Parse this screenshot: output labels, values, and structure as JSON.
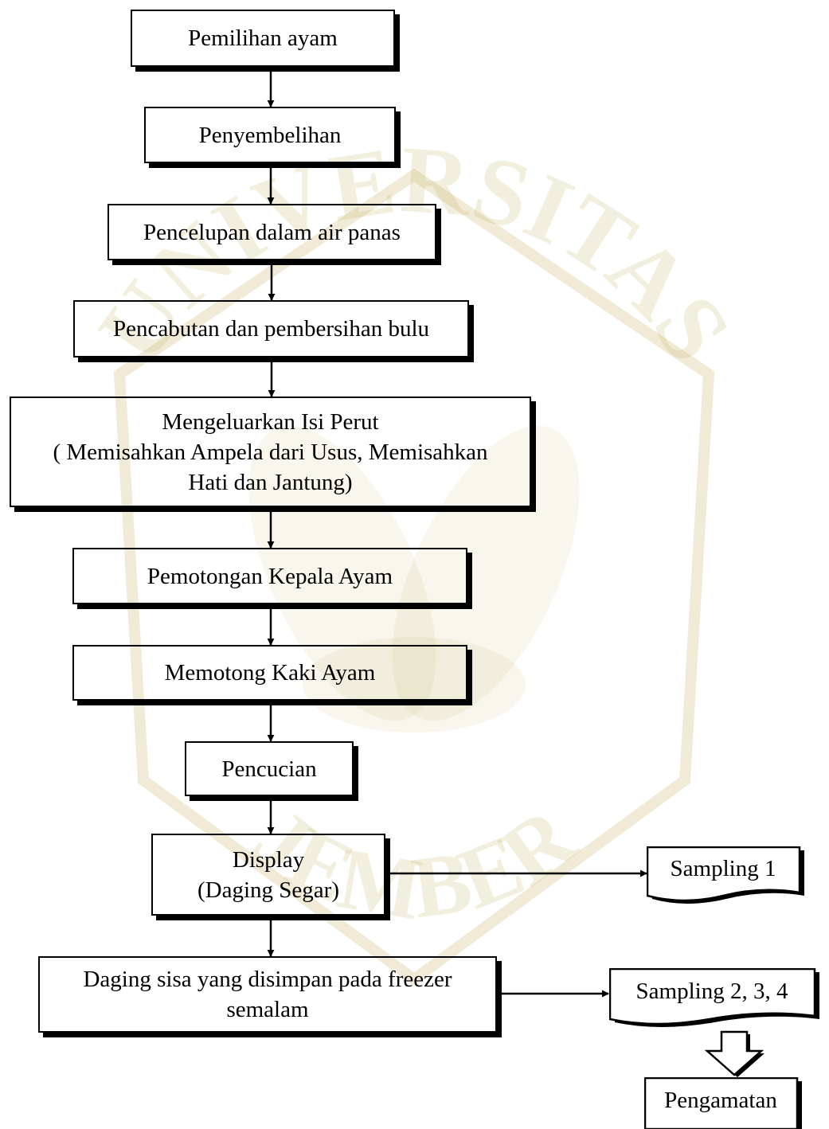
{
  "flow": {
    "steps": [
      {
        "lines": [
          "Pemilihan ayam"
        ]
      },
      {
        "lines": [
          "Penyembelihan"
        ]
      },
      {
        "lines": [
          "Pencelupan dalam air panas"
        ]
      },
      {
        "lines": [
          "Pencabutan dan pembersihan bulu"
        ]
      },
      {
        "lines": [
          "Mengeluarkan Isi Perut",
          "( Memisahkan Ampela dari Usus, Memisahkan",
          "Hati dan Jantung)"
        ]
      },
      {
        "lines": [
          "Pemotongan Kepala Ayam"
        ]
      },
      {
        "lines": [
          "Memotong Kaki Ayam"
        ]
      },
      {
        "lines": [
          "Pencucian"
        ]
      },
      {
        "lines": [
          "Display",
          "(Daging Segar)"
        ]
      },
      {
        "lines": [
          "Daging sisa yang disimpan pada freezer",
          "semalam"
        ]
      }
    ],
    "sampling_1": "Sampling 1",
    "sampling_2": "Sampling 2, 3, 4",
    "result": "Pengamatan"
  },
  "watermark": {
    "top_text": "UNIVERSITAS",
    "bottom_text": "JEMBER",
    "color": "#c8b46a"
  }
}
